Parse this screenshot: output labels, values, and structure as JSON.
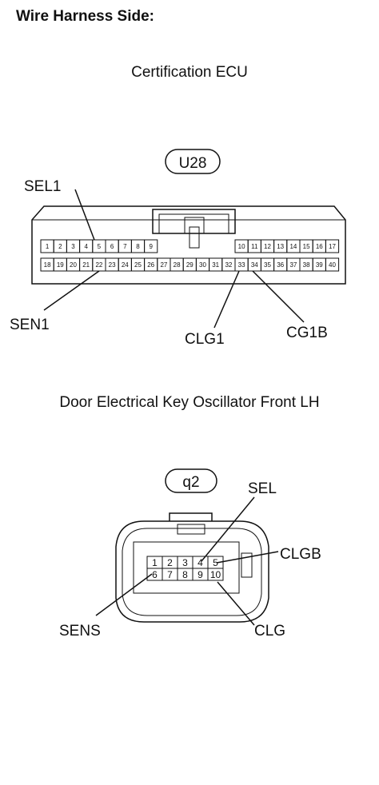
{
  "title": "Wire Harness Side:",
  "connector1": {
    "caption": "Certification ECU",
    "code": "U28",
    "row1_left": [
      "1",
      "2",
      "3",
      "4",
      "5",
      "6",
      "7",
      "8",
      "9"
    ],
    "row1_right": [
      "10",
      "11",
      "12",
      "13",
      "14",
      "15",
      "16",
      "17"
    ],
    "row2": [
      "18",
      "19",
      "20",
      "21",
      "22",
      "23",
      "24",
      "25",
      "26",
      "27",
      "28",
      "29",
      "30",
      "31",
      "32",
      "33",
      "34",
      "35",
      "36",
      "37",
      "38",
      "39",
      "40"
    ],
    "labels": {
      "sel1": "SEL1",
      "sen1": "SEN1",
      "clg1": "CLG1",
      "cg1b": "CG1B"
    }
  },
  "connector2": {
    "caption": "Door Electrical Key Oscillator Front LH",
    "code": "q2",
    "row1": [
      "1",
      "2",
      "3",
      "4",
      "5"
    ],
    "row2": [
      "6",
      "7",
      "8",
      "9",
      "10"
    ],
    "labels": {
      "sel": "SEL",
      "clgb": "CLGB",
      "sens": "SENS",
      "clg": "CLG"
    }
  }
}
